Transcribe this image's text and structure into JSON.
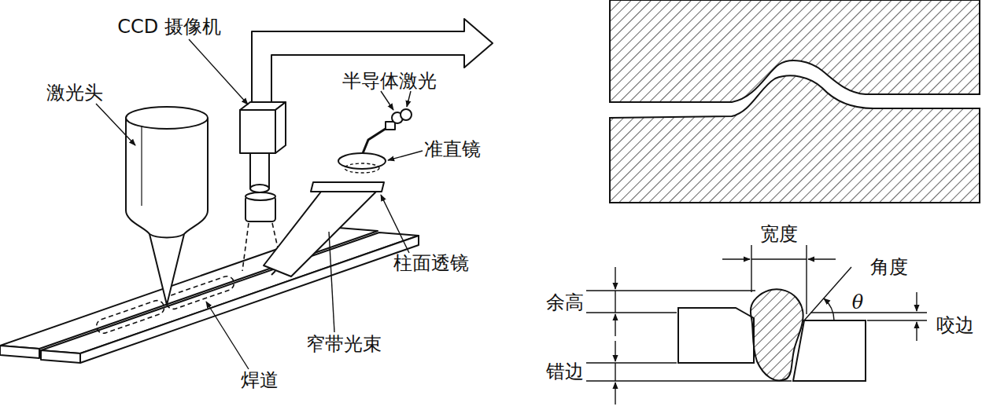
{
  "diagram": {
    "labels": [
      "CCD 摄像机",
      "激光头",
      "半导体激光",
      "准直镜",
      "柱面透镜",
      "窄带光束",
      "焊道",
      "宽度",
      "角度",
      "θ",
      "余高",
      "咬边",
      "错边"
    ]
  }
}
